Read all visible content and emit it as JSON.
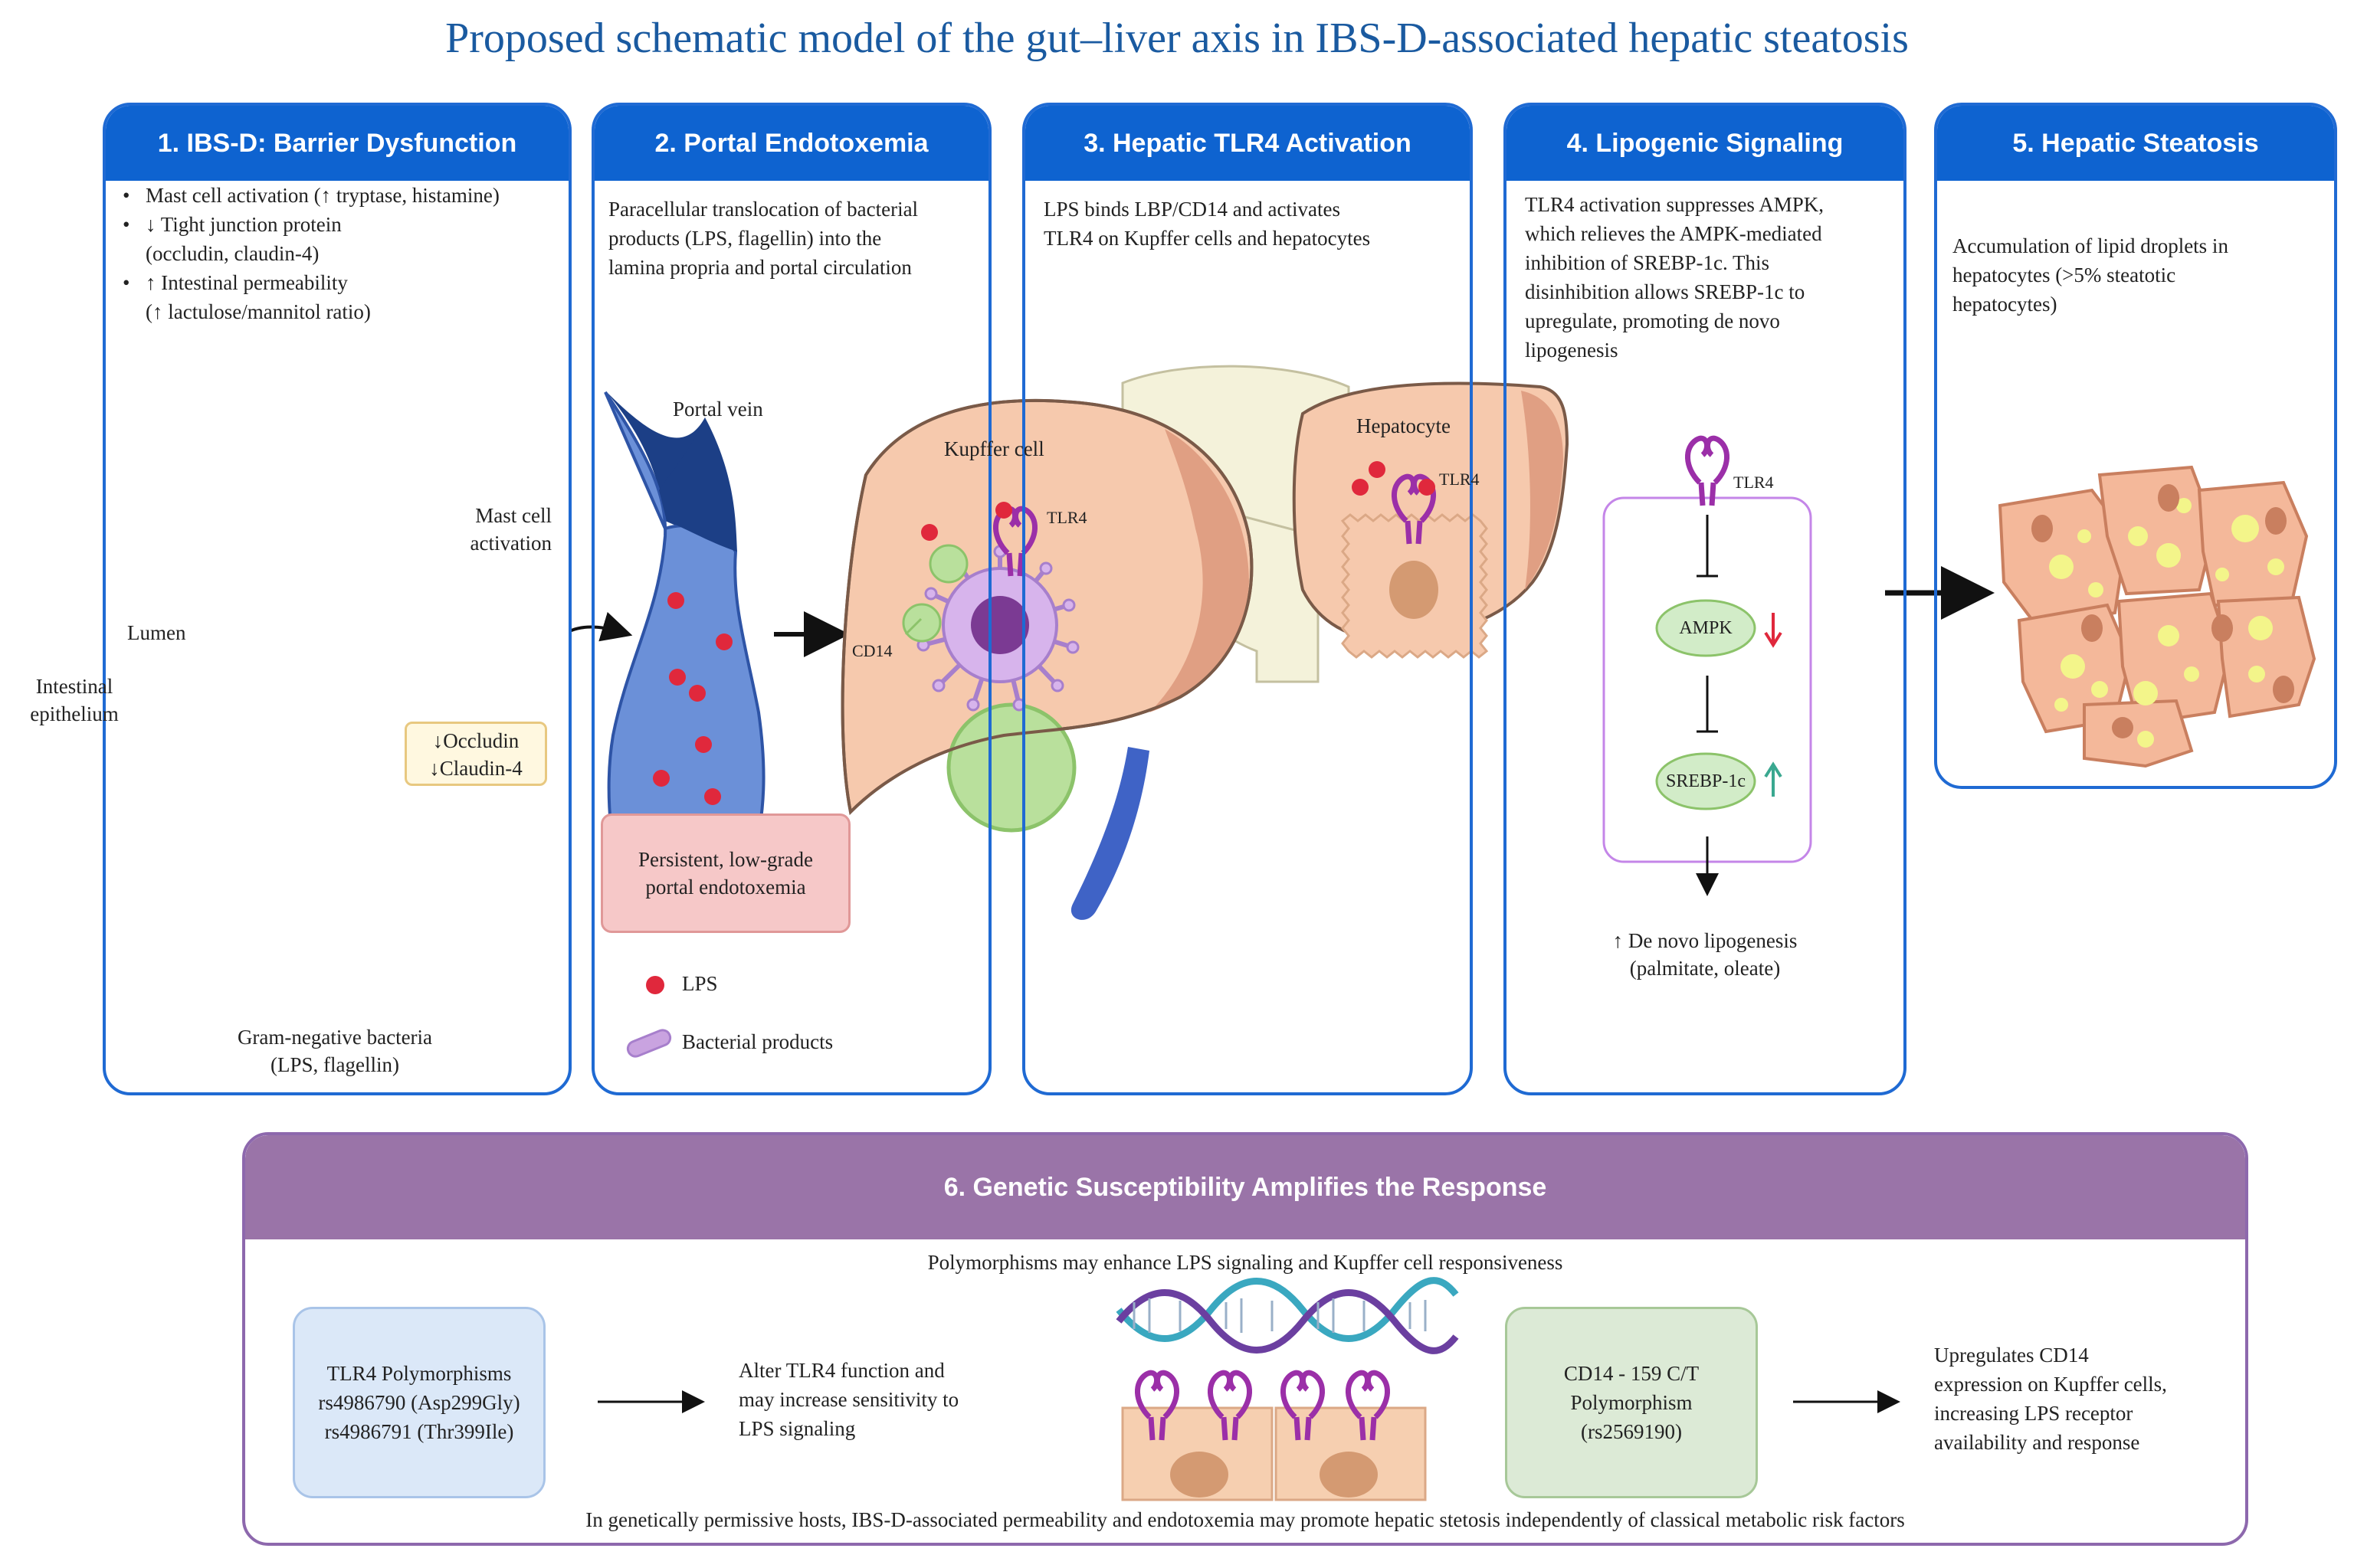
{
  "title": "Proposed schematic model of the gut–liver axis in IBS-D-associated hepatic steatosis",
  "panels": [
    {
      "header": "1. IBS-D: Barrier Dysfunction",
      "bullets": [
        {
          "main": "Mast cell activation (↑ tryptase, histamine)",
          "sub": ""
        },
        {
          "main": "↓ Tight junction protein",
          "sub": "(occludin, claudin-4)"
        },
        {
          "main": "↑ Intestinal permeability",
          "sub": "(↑ lactulose/mannitol ratio)"
        }
      ],
      "mast_cell_label": [
        "Mast cell",
        "activation"
      ],
      "lumen_label": "Lumen",
      "epithelium_label": [
        "Intestinal",
        "epithelium"
      ],
      "tj_box": [
        "↓Occludin",
        "↓Claudin-4"
      ],
      "bacteria_label": [
        "Gram-negative bacteria",
        "(LPS, flagellin)"
      ]
    },
    {
      "header": "2. Portal Endotoxemia",
      "text": [
        "Paracellular translocation of bacterial",
        "products (LPS, flagellin) into the",
        "lamina propria and portal circulation"
      ],
      "portal_vein_label": "Portal vein",
      "endotox_box": [
        "Persistent, low-grade",
        "portal endotoxemia"
      ],
      "legend_lps": "LPS",
      "legend_bact": "Bacterial products"
    },
    {
      "header": "3. Hepatic TLR4 Activation",
      "text": [
        "LPS binds LBP/CD14 and activates",
        "TLR4 on Kupffer cells and hepatocytes"
      ],
      "kupffer_label": "Kupffer cell",
      "tlr4_label": "TLR4",
      "cd14_label": "CD14",
      "hepatocyte_label": "Hepatocyte",
      "tlr4_label_2": "TLR4"
    },
    {
      "header": "4. Lipogenic Signaling",
      "text": [
        "TLR4 activation suppresses AMPK,",
        "which relieves the AMPK-mediated",
        "inhibition of SREBP-1c. This",
        "disinhibition allows SREBP-1c to",
        "upregulate, promoting de novo",
        "lipogenesis"
      ],
      "tlr4_label": "TLR4",
      "ampk": "AMPK",
      "srebp": "SREBP-1c",
      "outcome": [
        "↑ De novo lipogenesis",
        "(palmitate, oleate)"
      ]
    },
    {
      "header": "5. Hepatic Steatosis",
      "text": [
        "Accumulation of lipid droplets in",
        "hepatocytes (>5% steatotic",
        "hepatocytes)"
      ]
    }
  ],
  "genetic": {
    "header": "6. Genetic Susceptibility Amplifies the Response",
    "subtitle": "Polymorphisms may enhance LPS signaling and Kupffer cell responsiveness",
    "tlr4_box": [
      "TLR4 Polymorphisms",
      "rs4986790 (Asp299Gly)",
      "rs4986791 (Thr399Ile)"
    ],
    "tlr4_effect": [
      "Alter TLR4 function and",
      "may increase sensitivity to",
      "LPS signaling"
    ],
    "cd14_box": [
      "CD14 - 159 C/T",
      "Polymorphism",
      "(rs2569190)"
    ],
    "cd14_effect": [
      "Upregulates CD14",
      "expression on Kupffer cells,",
      "increasing LPS receptor",
      "availability and response"
    ],
    "footer": "In genetically permissive hosts, IBS-D-associated permeability and endotoxemia may promote hepatic stetosis independently of classical metabolic risk factors"
  },
  "colors": {
    "panel_blue": "#0e63d0",
    "genetic_purple": "#9a74a8",
    "lps_red": "#e0283c",
    "cell_peach": "#f6cfb0",
    "mast_purple": "#c9a3e0",
    "portal_blue": "#6b90d8",
    "lipid_yellow": "#f3f58a"
  }
}
